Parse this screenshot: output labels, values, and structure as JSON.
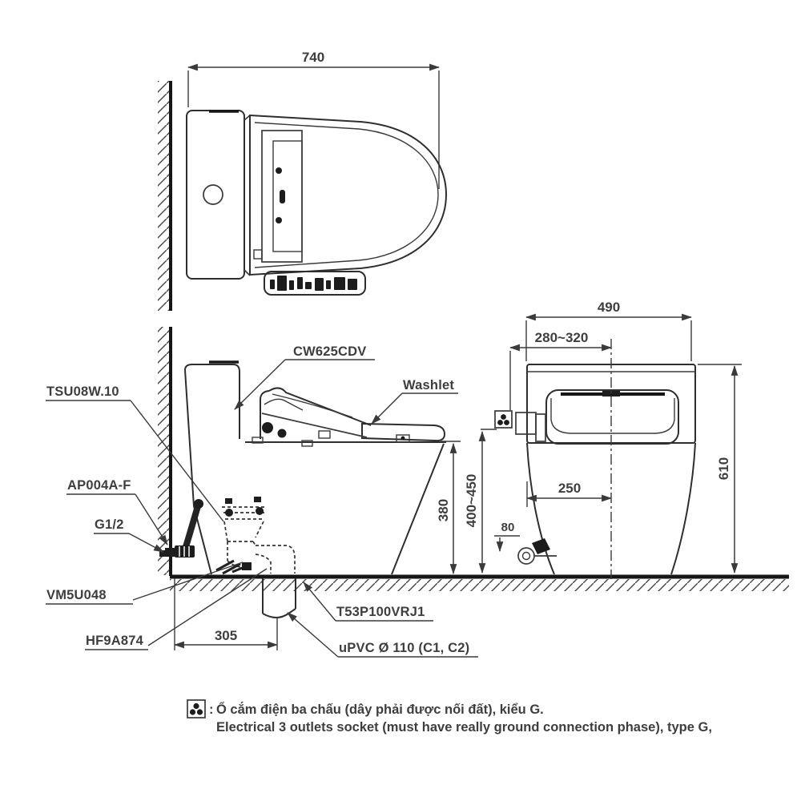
{
  "drawing": {
    "top_view": {
      "dim_width": "740"
    },
    "side_view": {
      "label_tank_model": "CW625CDV",
      "label_washlet": "Washlet",
      "label_valve_unit": "TSU08W.10",
      "label_supply_hose": "AP004A-F",
      "label_water_inlet": "G1/2",
      "label_connector": "VM5U048",
      "label_flange": "HF9A874",
      "label_outlet_socket": "T53P100VRJ1",
      "label_drain_pipe": "uPVC Ø 110 (C1, C2)",
      "dim_seat_height": "380",
      "dim_outlet_offset": "305"
    },
    "rear_view": {
      "dim_width": "490",
      "dim_supply_range": "280~320",
      "dim_height": "610",
      "dim_valve_offset": "250",
      "dim_valve_height": "80",
      "dim_socket_height_range": "400~450"
    },
    "note": {
      "separator": ":",
      "line_vi": "Ổ cắm điện ba chấu (dây phải được nối đất), kiểu G.",
      "line_en": "Electrical 3 outlets socket (must have really ground connection phase), type G,"
    },
    "icons": {
      "power_socket_icon": "three-prong-socket-type-G"
    },
    "colors": {
      "line": "#3a3a3a",
      "heavy_line": "#161616",
      "text": "#3e3e3e",
      "background": "#ffffff"
    }
  }
}
